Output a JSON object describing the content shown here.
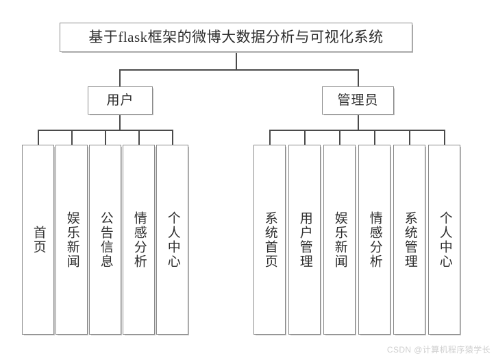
{
  "diagram": {
    "type": "hierarchy-tree",
    "root": {
      "label": "基于flask框架的微博大数据分析与可视化系统"
    },
    "roles": [
      {
        "id": "user",
        "label": "用户"
      },
      {
        "id": "admin",
        "label": "管理员"
      }
    ],
    "user_modules": [
      {
        "label": "首页"
      },
      {
        "label": "娱乐新闻"
      },
      {
        "label": "公告信息"
      },
      {
        "label": "情感分析"
      },
      {
        "label": "个人中心"
      }
    ],
    "admin_modules": [
      {
        "label": "系统首页"
      },
      {
        "label": "用户管理"
      },
      {
        "label": "娱乐新闻"
      },
      {
        "label": "情感分析"
      },
      {
        "label": "系统管理"
      },
      {
        "label": "个人中心"
      }
    ],
    "colors": {
      "background": "#ffffff",
      "box_border": "#8a8a8a",
      "box_shadow": "#bdbdbd",
      "connector": "#4a4a4a",
      "text": "#2e2e2e",
      "watermark": "#cfcfcf"
    }
  },
  "watermark": {
    "text": "CSDN @计算机程序猿学长"
  }
}
